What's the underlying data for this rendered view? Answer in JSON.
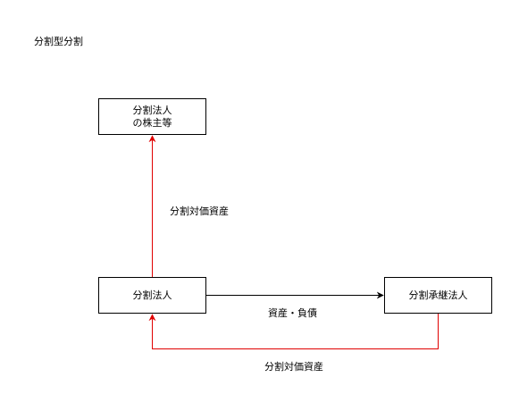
{
  "diagram": {
    "heading": "分割型分割",
    "nodes": {
      "shareholders": {
        "line1": "分割法人",
        "line2": "の株主等"
      },
      "split_company": {
        "label": "分割法人"
      },
      "successor_company": {
        "label": "分割承継法人"
      }
    },
    "edges": {
      "split_to_shareholders": {
        "label": "分割対価資産",
        "color": "#e00000"
      },
      "split_to_successor": {
        "label": "資産・負債",
        "color": "#000000"
      },
      "successor_to_split": {
        "label": "分割対価資産",
        "color": "#e00000"
      }
    }
  }
}
